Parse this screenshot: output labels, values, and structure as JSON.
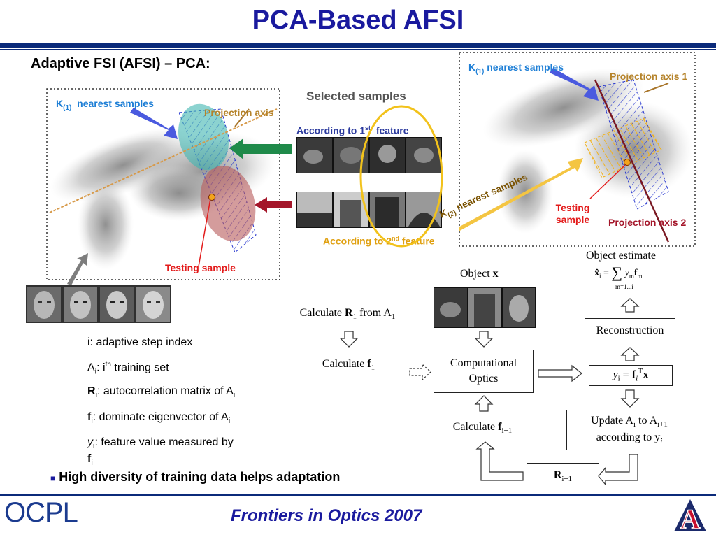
{
  "title": "PCA-Based AFSI",
  "subtitle": "Adaptive FSI (AFSI) – PCA:",
  "left_panel": {
    "k1_label": "K",
    "k1_sub": "(1)",
    "k1_rest": "nearest samples",
    "projection_axis": "Projection axis",
    "testing_sample": "Testing sample"
  },
  "selected": {
    "title": "Selected samples",
    "f1_pre": "According to 1",
    "f1_sup": "st",
    "f1_post": "feature",
    "f2_pre": "According to 2",
    "f2_sup": "nd",
    "f2_post": "feature"
  },
  "right_panel": {
    "k1_label": "K",
    "k1_sub": "(1)",
    "k1_rest": "nearest samples",
    "axis1": "Projection axis 1",
    "k2_label": "K",
    "k2_sub": "(2)",
    "k2_rest": "nearest samples",
    "testing_1": "Testing",
    "testing_2": "sample",
    "axis2": "Projection axis 2"
  },
  "legend": {
    "i_def": "i: adaptive step index",
    "A": "A",
    "A_sub": "i",
    "A_mid": ": i",
    "A_sup": "th",
    "A_rest": " training set",
    "R": "R",
    "R_sub": "i",
    "R_rest": ": autocorrelation matrix of A",
    "R_rest_sub": "i",
    "f": "f",
    "f_sub": "i",
    "f_rest": ": dominate eigenvector of A",
    "f_rest_sub": "i",
    "y": "y",
    "y_sub": "i",
    "y_rest": ": feature value measured by",
    "y_f": "f",
    "y_f_sub": "i"
  },
  "bullet": "High diversity of training data helps adaptation",
  "flow": {
    "object_label": "Object",
    "object_var": "x",
    "estimate_label": "Object estimate",
    "calc_R1_pre": "Calculate ",
    "calc_R1_R": "R",
    "calc_R1_sub": "1",
    "calc_R1_post": " from A",
    "calc_R1_post_sub": "1",
    "calc_f1_pre": "Calculate ",
    "calc_f1_f": "f",
    "calc_f1_sub": "1",
    "optics_1": "Computational",
    "optics_2": "Optics",
    "calc_fi_pre": "Calculate ",
    "calc_fi_f": "f",
    "calc_fi_sub": "i+1",
    "recon": "Reconstruction",
    "yi_y": "y",
    "yi_sub": "i",
    "yi_eq": " = ",
    "yi_f": "f",
    "yi_fsub": "i",
    "yi_T": "T",
    "yi_x": "x",
    "update_1_pre": "Update A",
    "update_1_sub": "i",
    "update_1_mid": " to A",
    "update_1_sub2": "i+1",
    "update_2_pre": "according to y",
    "update_2_sub": "i",
    "R_next": "R",
    "R_next_sub": "i+1"
  },
  "formula": {
    "lhs": "x̂",
    "lhs_sub": "i",
    "eq": " = ",
    "sum": "∑",
    "sum_sub": "m=1...i",
    "y": "y",
    "y_sub": "m",
    "f": "f",
    "f_sub": "m"
  },
  "footer": {
    "logo": "OCPL",
    "conference": "Frontiers in Optics 2007",
    "seal_letter": "A"
  }
}
